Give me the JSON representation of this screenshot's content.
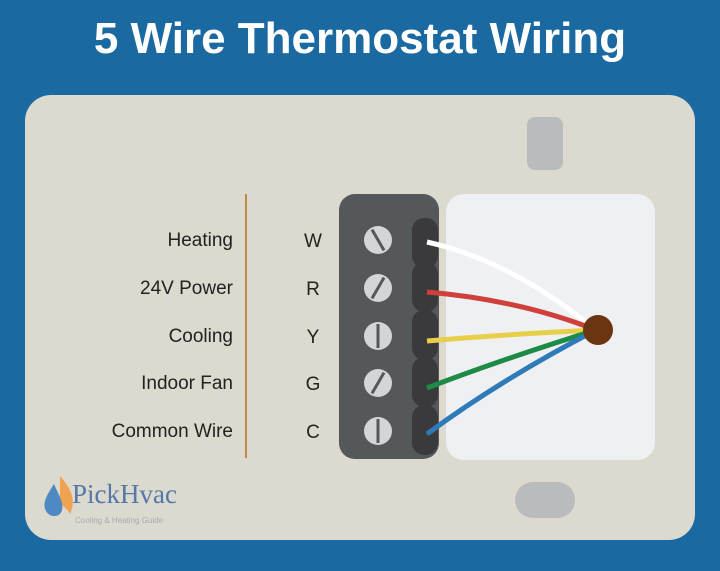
{
  "title": "5 Wire Thermostat Wiring",
  "terminals": [
    {
      "label": "Heating",
      "letter": "W",
      "wire_color": "#ffffff"
    },
    {
      "label": "24V Power",
      "letter": "R",
      "wire_color": "#d0403a"
    },
    {
      "label": "Cooling",
      "letter": "Y",
      "wire_color": "#e8cf4a"
    },
    {
      "label": "Indoor Fan",
      "letter": "G",
      "wire_color": "#1d8a45"
    },
    {
      "label": "Common Wire",
      "letter": "C",
      "wire_color": "#2f7ab8"
    }
  ],
  "logo": {
    "name": "PickHvac",
    "tagline": "Cooling & Heating Guide"
  },
  "colors": {
    "background": "#1b69a1",
    "panel": "#dcd9cf",
    "terminal_block": "#55585a",
    "hub": "#6b3512",
    "divider": "#c08a4a"
  }
}
